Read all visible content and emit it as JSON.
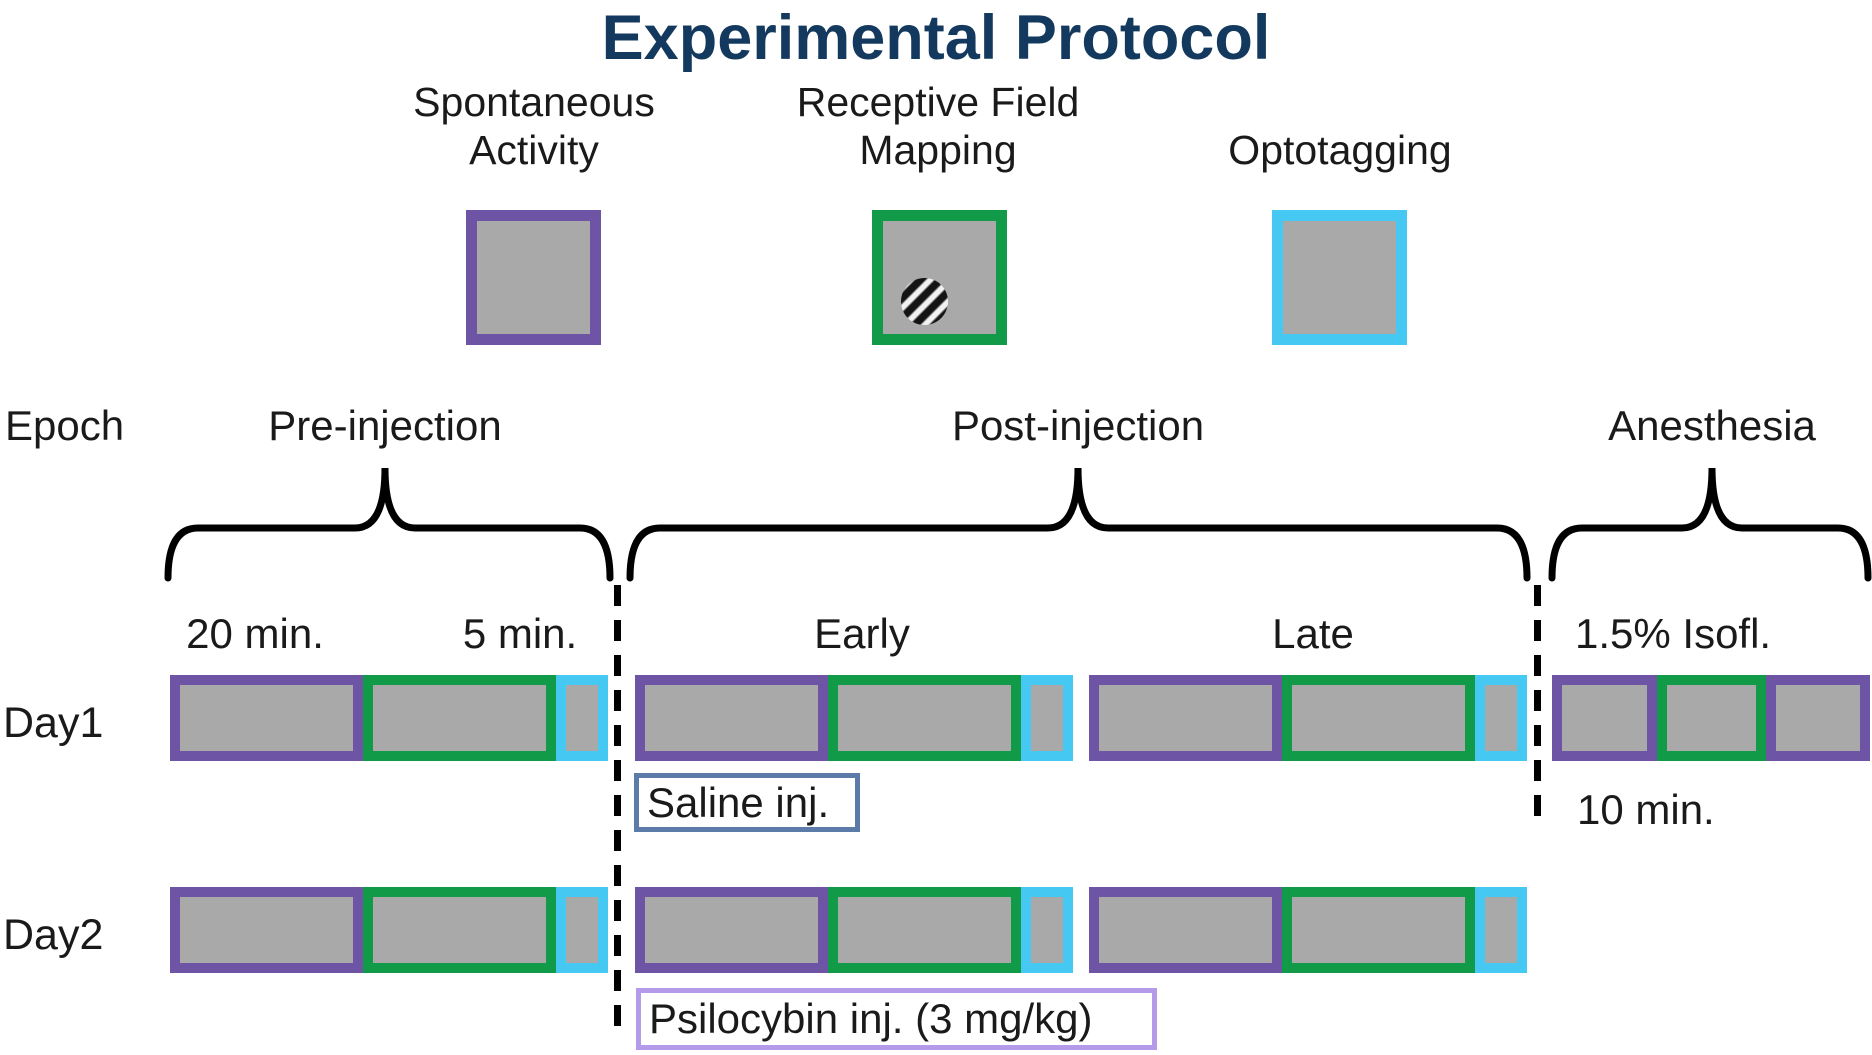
{
  "title": "Experimental Protocol",
  "title_color": "#14395e",
  "colors": {
    "purple": "#6e54a4",
    "green": "#119a48",
    "cyan": "#45c8f2",
    "gray": "#a9a9a9",
    "saline_border": "#5d7ba8",
    "psilocybin_border": "#b49ae8"
  },
  "legend": {
    "items": [
      {
        "line1": "Spontaneous",
        "line2": "Activity",
        "swatch": "purple-bordered-gray-screen"
      },
      {
        "line1": "Receptive Field",
        "line2": "Mapping",
        "swatch": "green-bordered-gray-screen-with-gabor"
      },
      {
        "line1": "Optotagging",
        "swatch": "cyan-bordered-gray-screen"
      }
    ]
  },
  "epoch": {
    "row_label": "Epoch",
    "pre": "Pre-injection",
    "post": "Post-injection",
    "anesthesia": "Anesthesia"
  },
  "phases": {
    "pre_duration": "20 min.",
    "mapping_duration": "5 min.",
    "early": "Early",
    "late": "Late",
    "isoflurane": "1.5% Isofl.",
    "anesthesia_duration": "10 min."
  },
  "injections": {
    "saline": "Saline inj.",
    "psilocybin": "Psilocybin inj. (3 mg/kg)"
  },
  "protocol": {
    "rows": [
      {
        "label": "Day1",
        "groups": [
          {
            "position": "pre",
            "name": "pre-injection",
            "segments": [
              "spontaneous",
              "rf-mapping",
              "optotagging"
            ]
          },
          {
            "position": "early",
            "name": "post-injection-early",
            "segments": [
              "spontaneous",
              "rf-mapping",
              "optotagging"
            ]
          },
          {
            "position": "late",
            "name": "post-injection-late",
            "segments": [
              "spontaneous",
              "rf-mapping",
              "optotagging"
            ]
          },
          {
            "position": "anes",
            "name": "anesthesia",
            "segments": [
              "spontaneous-short",
              "rf-mapping-short",
              "spontaneous-short2"
            ]
          }
        ]
      },
      {
        "label": "Day2",
        "groups": [
          {
            "position": "pre",
            "name": "pre-injection",
            "segments": [
              "spontaneous",
              "rf-mapping",
              "optotagging"
            ]
          },
          {
            "position": "early",
            "name": "post-injection-early",
            "segments": [
              "spontaneous",
              "rf-mapping",
              "optotagging"
            ]
          },
          {
            "position": "late",
            "name": "post-injection-late",
            "segments": [
              "spontaneous",
              "rf-mapping",
              "optotagging"
            ]
          }
        ]
      }
    ]
  }
}
